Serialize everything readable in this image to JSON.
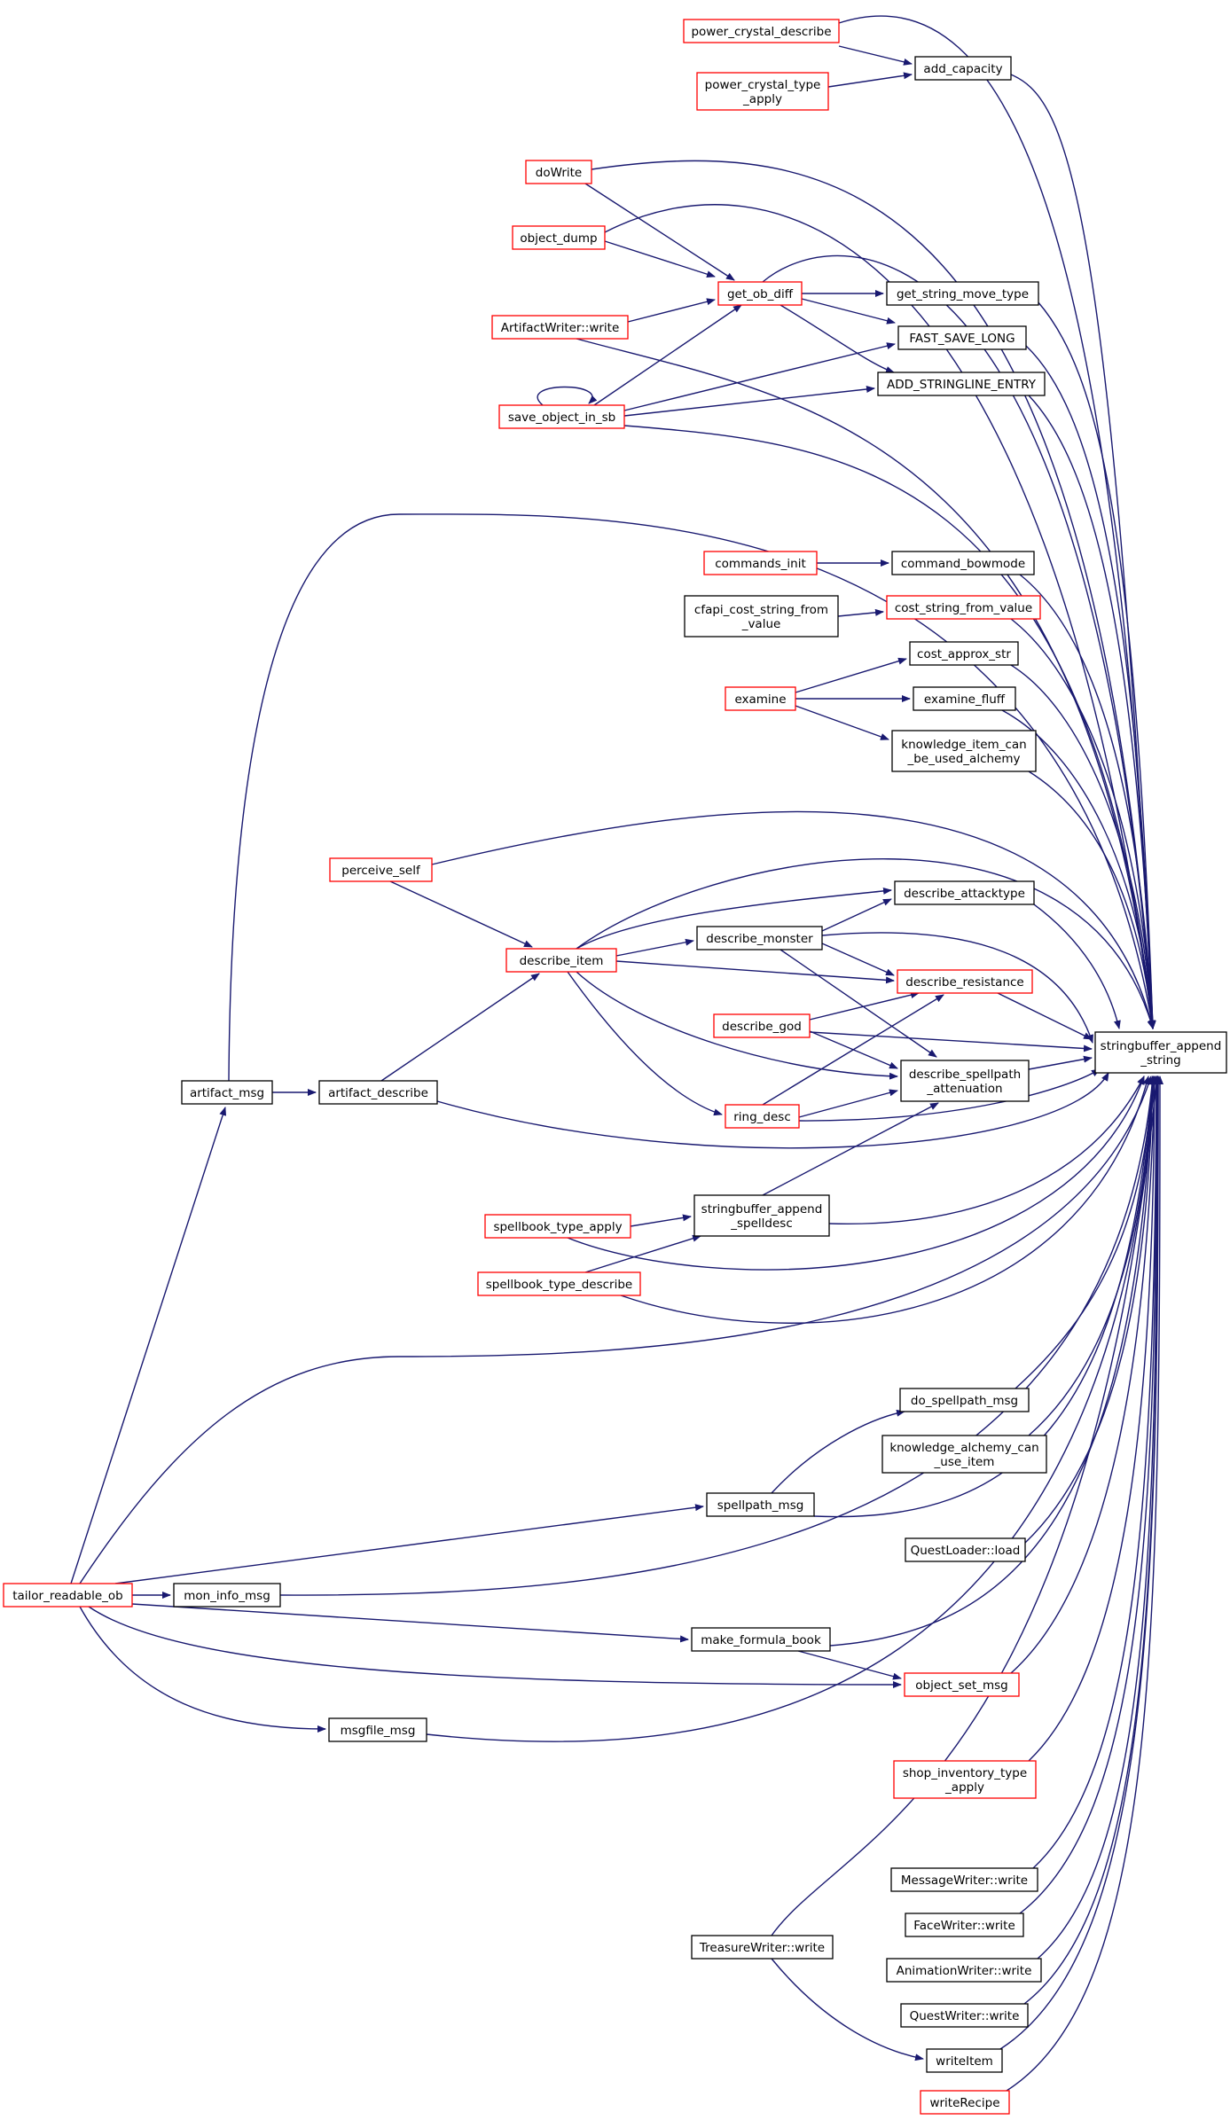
{
  "graph": {
    "title": "stringbuffer_append_string caller graph",
    "colors": {
      "edge": "#191970",
      "border_default": "#000000",
      "border_undocumented": "#ff0000",
      "root_fill": "#bfbfbf",
      "background": "#ffffff"
    },
    "nodes": [
      {
        "id": "root",
        "label": "stringbuffer_append\n_string",
        "border": "black",
        "root": true
      },
      {
        "id": "add_capacity",
        "label": "add_capacity",
        "border": "black"
      },
      {
        "id": "power_crystal_describe",
        "label": "power_crystal_describe",
        "border": "red"
      },
      {
        "id": "power_crystal_type_apply",
        "label": "power_crystal_type\n_apply",
        "border": "red"
      },
      {
        "id": "doWrite",
        "label": "doWrite",
        "border": "red"
      },
      {
        "id": "object_dump",
        "label": "object_dump",
        "border": "red"
      },
      {
        "id": "get_ob_diff",
        "label": "get_ob_diff",
        "border": "red"
      },
      {
        "id": "artifact_writer_write",
        "label": "ArtifactWriter::write",
        "border": "red"
      },
      {
        "id": "save_object_in_sb",
        "label": "save_object_in_sb",
        "border": "red"
      },
      {
        "id": "get_string_move_type",
        "label": "get_string_move_type",
        "border": "black"
      },
      {
        "id": "fast_save_long",
        "label": "FAST_SAVE_LONG",
        "border": "black"
      },
      {
        "id": "add_stringline_entry",
        "label": "ADD_STRINGLINE_ENTRY",
        "border": "black"
      },
      {
        "id": "commands_init",
        "label": "commands_init",
        "border": "red"
      },
      {
        "id": "command_bowmode",
        "label": "command_bowmode",
        "border": "black"
      },
      {
        "id": "cfapi_cost_string_from_value",
        "label": "cfapi_cost_string_from\n_value",
        "border": "black"
      },
      {
        "id": "cost_string_from_value",
        "label": "cost_string_from_value",
        "border": "red"
      },
      {
        "id": "cost_approx_str",
        "label": "cost_approx_str",
        "border": "black"
      },
      {
        "id": "examine",
        "label": "examine",
        "border": "red"
      },
      {
        "id": "examine_fluff",
        "label": "examine_fluff",
        "border": "black"
      },
      {
        "id": "knowledge_item_can_be_used_alchemy",
        "label": "knowledge_item_can\n_be_used_alchemy",
        "border": "black"
      },
      {
        "id": "perceive_self",
        "label": "perceive_self",
        "border": "red"
      },
      {
        "id": "describe_attacktype",
        "label": "describe_attacktype",
        "border": "black"
      },
      {
        "id": "describe_item",
        "label": "describe_item",
        "border": "red"
      },
      {
        "id": "describe_monster",
        "label": "describe_monster",
        "border": "black"
      },
      {
        "id": "describe_resistance",
        "label": "describe_resistance",
        "border": "red"
      },
      {
        "id": "describe_god",
        "label": "describe_god",
        "border": "red"
      },
      {
        "id": "describe_spellpath_attenuation",
        "label": "describe_spellpath\n_attenuation",
        "border": "black"
      },
      {
        "id": "artifact_msg",
        "label": "artifact_msg",
        "border": "black"
      },
      {
        "id": "artifact_describe",
        "label": "artifact_describe",
        "border": "black"
      },
      {
        "id": "ring_desc",
        "label": "ring_desc",
        "border": "red"
      },
      {
        "id": "stringbuffer_append_spelldesc",
        "label": "stringbuffer_append\n_spelldesc",
        "border": "black"
      },
      {
        "id": "spellbook_type_apply",
        "label": "spellbook_type_apply",
        "border": "red"
      },
      {
        "id": "spellbook_type_describe",
        "label": "spellbook_type_describe",
        "border": "red"
      },
      {
        "id": "do_spellpath_msg",
        "label": "do_spellpath_msg",
        "border": "black"
      },
      {
        "id": "knowledge_alchemy_can_use_item",
        "label": "knowledge_alchemy_can\n_use_item",
        "border": "black"
      },
      {
        "id": "spellpath_msg",
        "label": "spellpath_msg",
        "border": "black"
      },
      {
        "id": "questloader_load",
        "label": "QuestLoader::load",
        "border": "black"
      },
      {
        "id": "tailor_readable_ob",
        "label": "tailor_readable_ob",
        "border": "red"
      },
      {
        "id": "mon_info_msg",
        "label": "mon_info_msg",
        "border": "black"
      },
      {
        "id": "make_formula_book",
        "label": "make_formula_book",
        "border": "black"
      },
      {
        "id": "object_set_msg",
        "label": "object_set_msg",
        "border": "red"
      },
      {
        "id": "msgfile_msg",
        "label": "msgfile_msg",
        "border": "black"
      },
      {
        "id": "shop_inventory_type_apply",
        "label": "shop_inventory_type\n_apply",
        "border": "red"
      },
      {
        "id": "messagewriter_write",
        "label": "MessageWriter::write",
        "border": "black"
      },
      {
        "id": "facewriter_write",
        "label": "FaceWriter::write",
        "border": "black"
      },
      {
        "id": "animationwriter_write",
        "label": "AnimationWriter::write",
        "border": "black"
      },
      {
        "id": "treasurewriter_write",
        "label": "TreasureWriter::write",
        "border": "black"
      },
      {
        "id": "questwriter_write",
        "label": "QuestWriter::write",
        "border": "black"
      },
      {
        "id": "writeitem",
        "label": "writeItem",
        "border": "black"
      },
      {
        "id": "writerecipe",
        "label": "writeRecipe",
        "border": "red"
      }
    ],
    "edges": [
      {
        "from": "power_crystal_describe",
        "to": "add_capacity"
      },
      {
        "from": "power_crystal_type_apply",
        "to": "add_capacity"
      },
      {
        "from": "add_capacity",
        "to": "root"
      },
      {
        "from": "power_crystal_describe",
        "to": "root"
      },
      {
        "from": "doWrite",
        "to": "get_ob_diff"
      },
      {
        "from": "doWrite",
        "to": "root"
      },
      {
        "from": "object_dump",
        "to": "get_ob_diff"
      },
      {
        "from": "object_dump",
        "to": "root"
      },
      {
        "from": "artifact_writer_write",
        "to": "get_ob_diff"
      },
      {
        "from": "artifact_writer_write",
        "to": "root"
      },
      {
        "from": "save_object_in_sb",
        "to": "get_ob_diff"
      },
      {
        "from": "save_object_in_sb",
        "to": "save_object_in_sb"
      },
      {
        "from": "save_object_in_sb",
        "to": "fast_save_long"
      },
      {
        "from": "save_object_in_sb",
        "to": "add_stringline_entry"
      },
      {
        "from": "save_object_in_sb",
        "to": "root"
      },
      {
        "from": "get_ob_diff",
        "to": "get_string_move_type"
      },
      {
        "from": "get_ob_diff",
        "to": "fast_save_long"
      },
      {
        "from": "get_ob_diff",
        "to": "add_stringline_entry"
      },
      {
        "from": "get_ob_diff",
        "to": "root"
      },
      {
        "from": "get_string_move_type",
        "to": "root"
      },
      {
        "from": "fast_save_long",
        "to": "root"
      },
      {
        "from": "add_stringline_entry",
        "to": "root"
      },
      {
        "from": "commands_init",
        "to": "command_bowmode"
      },
      {
        "from": "command_bowmode",
        "to": "root"
      },
      {
        "from": "cfapi_cost_string_from_value",
        "to": "cost_string_from_value"
      },
      {
        "from": "cost_string_from_value",
        "to": "root"
      },
      {
        "from": "examine",
        "to": "cost_approx_str"
      },
      {
        "from": "examine",
        "to": "examine_fluff"
      },
      {
        "from": "examine",
        "to": "knowledge_item_can_be_used_alchemy"
      },
      {
        "from": "cost_approx_str",
        "to": "root"
      },
      {
        "from": "examine_fluff",
        "to": "root"
      },
      {
        "from": "knowledge_item_can_be_used_alchemy",
        "to": "root"
      },
      {
        "from": "perceive_self",
        "to": "describe_item"
      },
      {
        "from": "perceive_self",
        "to": "root"
      },
      {
        "from": "describe_item",
        "to": "describe_attacktype"
      },
      {
        "from": "describe_item",
        "to": "describe_monster"
      },
      {
        "from": "describe_item",
        "to": "describe_resistance"
      },
      {
        "from": "describe_item",
        "to": "describe_spellpath_attenuation"
      },
      {
        "from": "describe_item",
        "to": "ring_desc"
      },
      {
        "from": "describe_item",
        "to": "root"
      },
      {
        "from": "describe_monster",
        "to": "describe_attacktype"
      },
      {
        "from": "describe_monster",
        "to": "describe_resistance"
      },
      {
        "from": "describe_monster",
        "to": "describe_spellpath_attenuation"
      },
      {
        "from": "describe_monster",
        "to": "root"
      },
      {
        "from": "describe_attacktype",
        "to": "root"
      },
      {
        "from": "describe_resistance",
        "to": "root"
      },
      {
        "from": "describe_god",
        "to": "describe_resistance"
      },
      {
        "from": "describe_god",
        "to": "describe_spellpath_attenuation"
      },
      {
        "from": "describe_god",
        "to": "root"
      },
      {
        "from": "describe_spellpath_attenuation",
        "to": "root"
      },
      {
        "from": "ring_desc",
        "to": "describe_resistance"
      },
      {
        "from": "ring_desc",
        "to": "describe_spellpath_attenuation"
      },
      {
        "from": "ring_desc",
        "to": "root"
      },
      {
        "from": "artifact_describe",
        "to": "describe_item"
      },
      {
        "from": "artifact_describe",
        "to": "root"
      },
      {
        "from": "artifact_msg",
        "to": "artifact_describe"
      },
      {
        "from": "artifact_msg",
        "to": "root"
      },
      {
        "from": "stringbuffer_append_spelldesc",
        "to": "describe_spellpath_attenuation"
      },
      {
        "from": "stringbuffer_append_spelldesc",
        "to": "root"
      },
      {
        "from": "spellbook_type_apply",
        "to": "stringbuffer_append_spelldesc"
      },
      {
        "from": "spellbook_type_apply",
        "to": "root"
      },
      {
        "from": "spellbook_type_describe",
        "to": "stringbuffer_append_spelldesc"
      },
      {
        "from": "spellbook_type_describe",
        "to": "root"
      },
      {
        "from": "tailor_readable_ob",
        "to": "artifact_msg"
      },
      {
        "from": "tailor_readable_ob",
        "to": "root"
      },
      {
        "from": "tailor_readable_ob",
        "to": "spellpath_msg"
      },
      {
        "from": "tailor_readable_ob",
        "to": "mon_info_msg"
      },
      {
        "from": "tailor_readable_ob",
        "to": "make_formula_book"
      },
      {
        "from": "tailor_readable_ob",
        "to": "object_set_msg"
      },
      {
        "from": "tailor_readable_ob",
        "to": "msgfile_msg"
      },
      {
        "from": "spellpath_msg",
        "to": "do_spellpath_msg"
      },
      {
        "from": "spellpath_msg",
        "to": "root"
      },
      {
        "from": "do_spellpath_msg",
        "to": "root"
      },
      {
        "from": "knowledge_alchemy_can_use_item",
        "to": "root"
      },
      {
        "from": "questloader_load",
        "to": "root"
      },
      {
        "from": "mon_info_msg",
        "to": "root"
      },
      {
        "from": "make_formula_book",
        "to": "object_set_msg"
      },
      {
        "from": "make_formula_book",
        "to": "root"
      },
      {
        "from": "object_set_msg",
        "to": "root"
      },
      {
        "from": "msgfile_msg",
        "to": "root"
      },
      {
        "from": "shop_inventory_type_apply",
        "to": "root"
      },
      {
        "from": "messagewriter_write",
        "to": "root"
      },
      {
        "from": "facewriter_write",
        "to": "root"
      },
      {
        "from": "animationwriter_write",
        "to": "root"
      },
      {
        "from": "treasurewriter_write",
        "to": "root"
      },
      {
        "from": "treasurewriter_write",
        "to": "writeitem"
      },
      {
        "from": "questwriter_write",
        "to": "root"
      },
      {
        "from": "writeitem",
        "to": "root"
      },
      {
        "from": "writerecipe",
        "to": "root"
      }
    ]
  }
}
